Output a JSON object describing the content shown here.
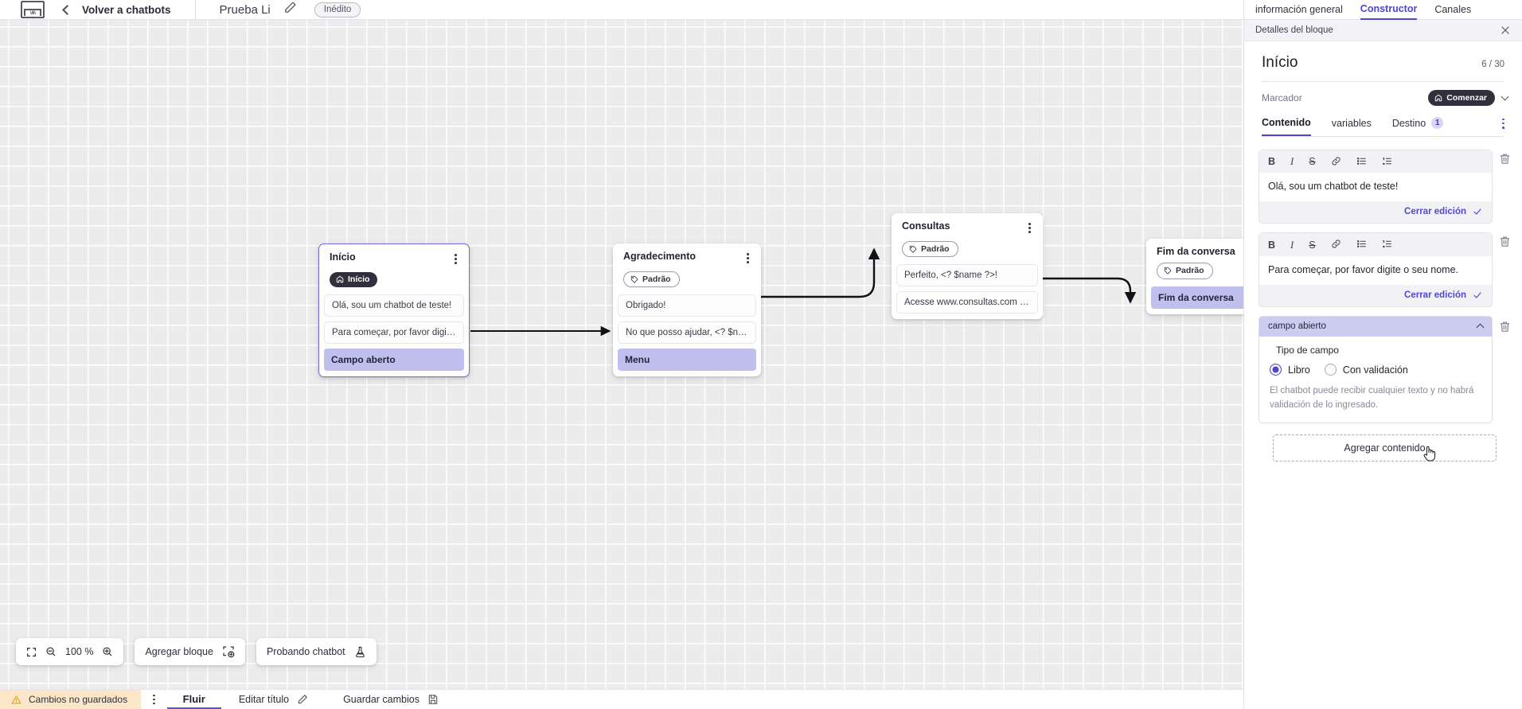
{
  "topbar": {
    "logo_icon": "app-logo-icon",
    "back_icon": "chevron-left-icon",
    "back_label": "Volver a chatbots",
    "bot_title": "Prueba Li",
    "edit_icon": "pencil-icon",
    "status_chip": "Inédito"
  },
  "canvas": {
    "nodes": [
      {
        "id": "inicio",
        "title": "Início",
        "tag": {
          "label": "Início",
          "style": "dark",
          "icon": "home-icon"
        },
        "messages": [
          "Olá, sou um chatbot de teste!",
          "Para começar, por favor digite o ..."
        ],
        "field": "Campo aberto",
        "selected": true
      },
      {
        "id": "agradecimento",
        "title": "Agradecimento",
        "tag": {
          "label": "Padrão",
          "style": "outline",
          "icon": "tag-icon"
        },
        "messages": [
          "Obrigado!",
          "No que posso ajudar, <? $name ..."
        ],
        "field": "Menu",
        "selected": false
      },
      {
        "id": "consultas",
        "title": "Consultas",
        "tag": {
          "label": "Padrão",
          "style": "outline",
          "icon": "tag-icon"
        },
        "messages": [
          "Perfeito, <? $name ?>!",
          "Acesse www.consultas.com par..."
        ],
        "field": null,
        "selected": false
      },
      {
        "id": "fim",
        "title": "Fim da conversa",
        "tag": {
          "label": "Padrão",
          "style": "outline",
          "icon": "tag-icon"
        },
        "messages": [],
        "field": "Fim da conversa",
        "selected": false
      }
    ],
    "controls": {
      "fit_icon": "fit-screen-icon",
      "zoom_out_icon": "zoom-out-icon",
      "zoom_level": "100 %",
      "zoom_in_icon": "zoom-in-icon",
      "add_block_label": "Agregar bloque",
      "add_block_icon": "add-block-icon",
      "test_bot_label": "Probando chatbot",
      "test_bot_icon": "flask-icon"
    }
  },
  "statusbar": {
    "warning_icon": "warning-icon",
    "unsaved_label": "Cambios no guardados",
    "kebab_icon": "more-vertical-icon",
    "flow_tab": "Fluir",
    "edit_title_label": "Editar título",
    "edit_title_icon": "pencil-icon",
    "save_label": "Guardar cambios",
    "save_icon": "save-disk-icon"
  },
  "panel": {
    "tabs": [
      {
        "label": "información general",
        "active": false
      },
      {
        "label": "Constructor",
        "active": true
      },
      {
        "label": "Canales",
        "active": false
      }
    ],
    "subheader": {
      "title": "Detalles del bloque",
      "close_icon": "close-icon"
    },
    "block_title": "Início",
    "block_count": "6 / 30",
    "marker_label": "Marcador",
    "marker_value": "Comenzar",
    "marker_icon": "home-icon",
    "marker_chevron": "chevron-down-icon",
    "inner_tabs": [
      {
        "label": "Contenido",
        "badge": null,
        "active": true
      },
      {
        "label": "variables",
        "badge": null,
        "active": false
      },
      {
        "label": "Destino",
        "badge": "1",
        "active": false
      }
    ],
    "inner_tabs_kebab": "more-vertical-icon",
    "editor_toolbar": [
      "B",
      "I",
      "S",
      "link-icon",
      "bullet-list-icon",
      "numbered-list-icon"
    ],
    "cards": [
      {
        "text": "Olá, sou um chatbot de teste!",
        "footer": "Cerrar edición",
        "footer_icon": "check-icon",
        "delete_icon": "trash-icon"
      },
      {
        "text": "Para começar, por favor digite o seu nome.",
        "footer": "Cerrar edición",
        "footer_icon": "check-icon",
        "delete_icon": "trash-icon"
      }
    ],
    "open_field": {
      "header": "campo abierto",
      "collapse_icon": "chevron-up-icon",
      "delete_icon": "trash-icon",
      "type_label": "Tipo de campo",
      "options": [
        {
          "label": "Libro",
          "selected": true
        },
        {
          "label": "Con validación",
          "selected": false
        }
      ],
      "description": "El chatbot puede recibir cualquier texto y no habrá validación de lo ingresado."
    },
    "add_content_label": "Agregar contenido",
    "cursor_icon": "pointer-hand-icon"
  },
  "colors": {
    "accent": "#4f46d6",
    "field_fill": "#bfc0ee",
    "warning_bg": "#fbe7c8",
    "canvas_bg": "#ececed",
    "dark_tag": "#2f2f3d"
  }
}
